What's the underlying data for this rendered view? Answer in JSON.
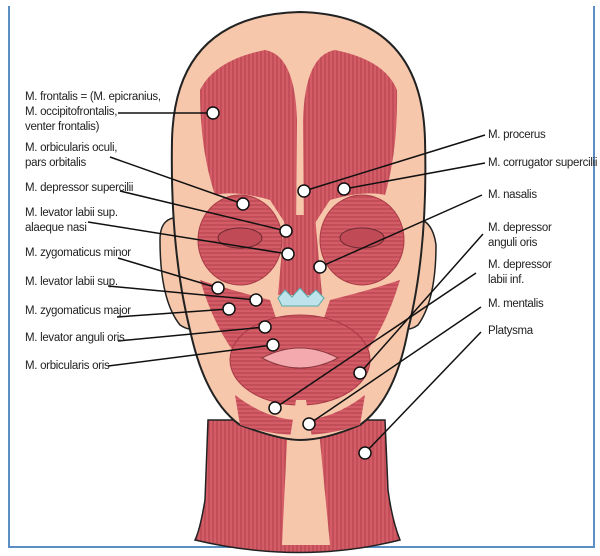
{
  "colors": {
    "muscle": "#d45c66",
    "muscle_dark": "#a83a45",
    "skin": "#f6c7ab",
    "frame": "#5b8fc4",
    "nose_cartilage": "#bfe3ea"
  },
  "labels_left": [
    {
      "lines": [
        "M. frontalis = (M. epicranius,",
        "M. occipitofrontalis,",
        "venter frontalis)"
      ]
    },
    {
      "lines": [
        "M. orbicularis oculi,",
        "pars orbitalis"
      ]
    },
    {
      "lines": [
        "M. depressor supercilii"
      ]
    },
    {
      "lines": [
        "M. levator labii sup.",
        "alaeque nasi"
      ]
    },
    {
      "lines": [
        "M. zygomaticus minor"
      ]
    },
    {
      "lines": [
        "M. levator labii sup."
      ]
    },
    {
      "lines": [
        "M. zygomaticus major"
      ]
    },
    {
      "lines": [
        "M. levator anguli oris"
      ]
    },
    {
      "lines": [
        "M. orbicularis oris"
      ]
    }
  ],
  "labels_right": [
    {
      "lines": [
        "M. procerus"
      ]
    },
    {
      "lines": [
        "M. corrugator supercilii"
      ]
    },
    {
      "lines": [
        "M. nasalis"
      ]
    },
    {
      "lines": [
        "M. depressor",
        "anguli oris"
      ]
    },
    {
      "lines": [
        "M. depressor",
        "labii inf."
      ]
    },
    {
      "lines": [
        "M. mentalis"
      ]
    },
    {
      "lines": [
        "Platysma"
      ]
    }
  ]
}
